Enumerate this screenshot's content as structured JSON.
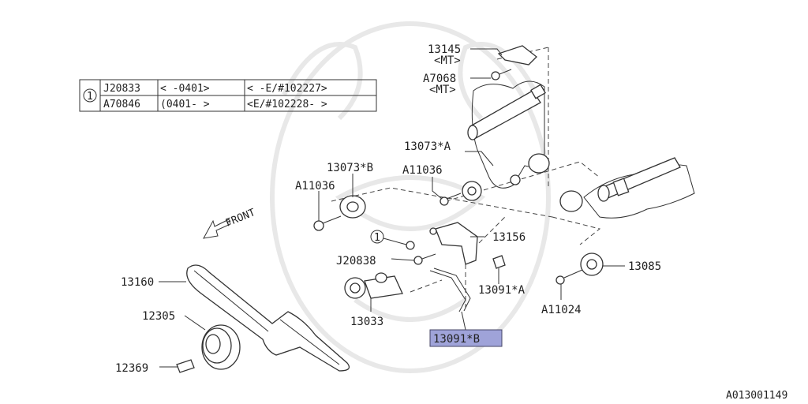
{
  "table": {
    "marker": "1",
    "rows": [
      {
        "part": "J20833",
        "date": "<     -0401>",
        "serial": "<    -E/#102227>"
      },
      {
        "part": "A70846",
        "date": "(0401-     >",
        "serial": "<E/#102228-    >"
      }
    ]
  },
  "labels": {
    "p13145": "13145",
    "p13145_note": "<MT>",
    "pA7068": "A7068",
    "pA7068_note": "<MT>",
    "p13073A": "13073*A",
    "pA11036_upper": "A11036",
    "p13073B": "13073*B",
    "pA11036_left": "A11036",
    "front": "FRONT",
    "circle_marker": "1",
    "p13156": "13156",
    "pJ20838": "J20838",
    "p13160": "13160",
    "p13091A": "13091*A",
    "p13085": "13085",
    "pA11024": "A11024",
    "p13033": "13033",
    "p12305": "12305",
    "p12369": "12369",
    "p13091B": "13091*B"
  },
  "highlight_color": "#9fa3d9",
  "diagram_id": "A013001149"
}
